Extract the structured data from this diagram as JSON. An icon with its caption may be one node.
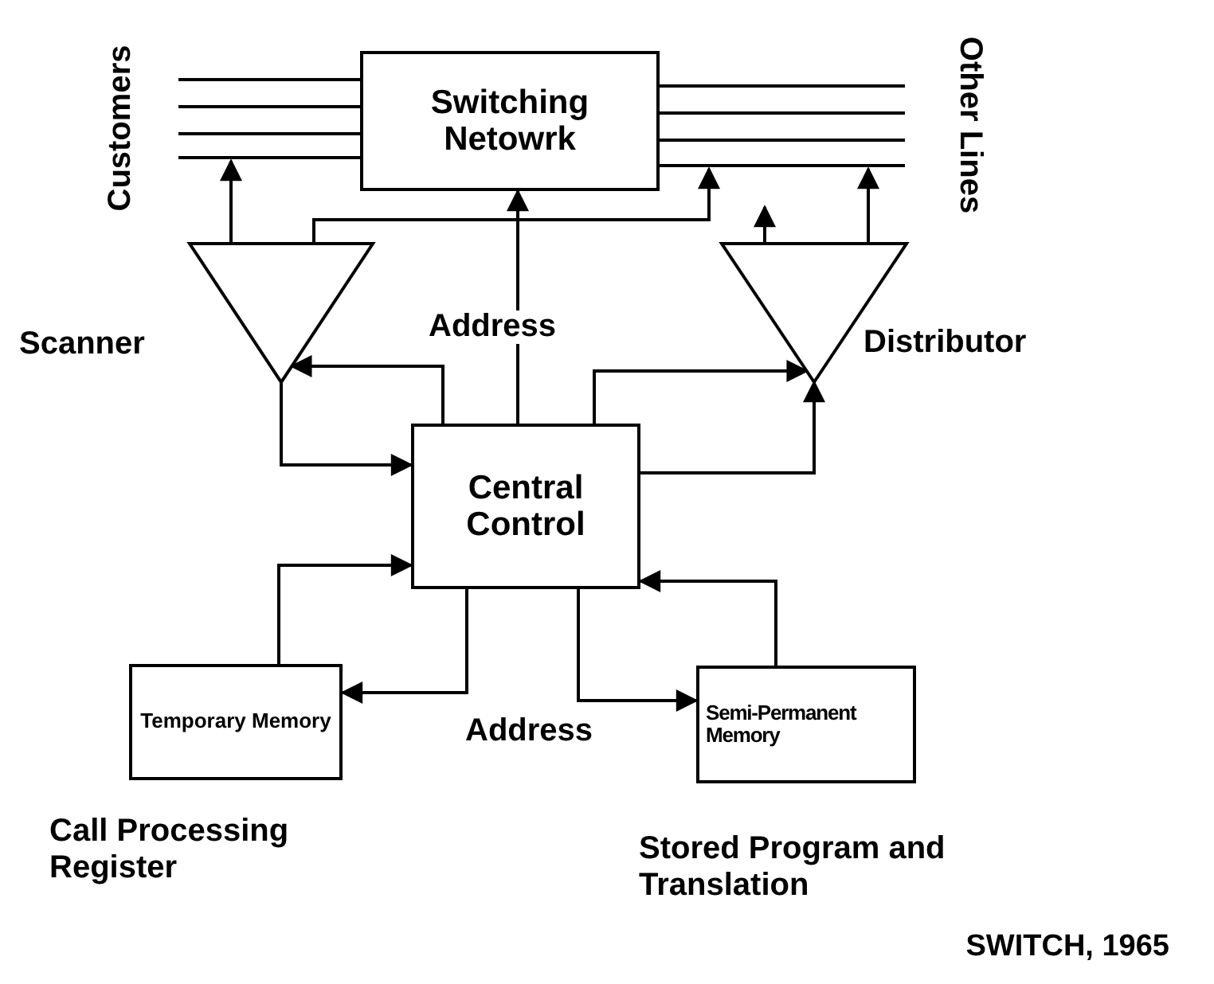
{
  "diagram": {
    "caption": "SWITCH, 1965",
    "nodes": [
      {
        "text": [
          "Switching Netowrk"
        ]
      },
      {
        "text": [
          "Scanner"
        ]
      },
      {
        "text": [
          "Distributor"
        ]
      },
      {
        "text": [
          "Central Control"
        ]
      },
      {
        "text": [
          "Temporary Memory"
        ],
        "beside": [
          "Call Processing Register"
        ]
      },
      {
        "text": [
          "Semi-Permanent Memory"
        ],
        "beside": [
          "Stored Program and Translation"
        ]
      }
    ],
    "edges": [
      {
        "from": 1,
        "to": null,
        "arrow": "to"
      },
      {
        "from": 1,
        "to": null,
        "arrow": "to"
      },
      {
        "from": 3,
        "to": 0,
        "arrow": "to",
        "label": "Address"
      },
      {
        "from": 2,
        "to": null,
        "arrow": "to"
      },
      {
        "from": 2,
        "to": null,
        "arrow": "to"
      },
      {
        "from": 3,
        "to": 1,
        "arrow": "to"
      },
      {
        "from": 1,
        "to": 3,
        "arrow": "to"
      },
      {
        "from": 3,
        "to": 2,
        "arrow": "to"
      },
      {
        "from": 3,
        "to": 2,
        "arrow": "to"
      },
      {
        "from": 4,
        "to": 3,
        "arrow": "to"
      },
      {
        "from": 3,
        "to": 4,
        "arrow": "to"
      },
      {
        "from": 3,
        "to": 5,
        "arrow": "to"
      },
      {
        "from": 5,
        "to": 3,
        "arrow": "to"
      }
    ],
    "labels": [
      "Customers",
      "Other Lines",
      "Address"
    ]
  }
}
